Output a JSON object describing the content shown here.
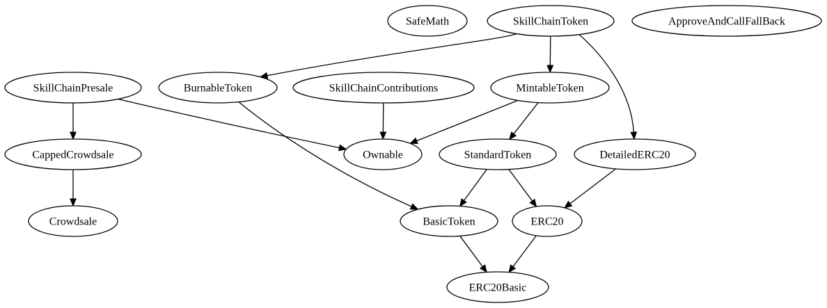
{
  "nodes": [
    {
      "id": "SafeMath",
      "label": "SafeMath"
    },
    {
      "id": "SkillChainToken",
      "label": "SkillChainToken"
    },
    {
      "id": "ApproveAndCallFallBack",
      "label": "ApproveAndCallFallBack"
    },
    {
      "id": "SkillChainPresale",
      "label": "SkillChainPresale"
    },
    {
      "id": "BurnableToken",
      "label": "BurnableToken"
    },
    {
      "id": "SkillChainContributions",
      "label": "SkillChainContributions"
    },
    {
      "id": "MintableToken",
      "label": "MintableToken"
    },
    {
      "id": "CappedCrowdsale",
      "label": "CappedCrowdsale"
    },
    {
      "id": "Ownable",
      "label": "Ownable"
    },
    {
      "id": "StandardToken",
      "label": "StandardToken"
    },
    {
      "id": "DetailedERC20",
      "label": "DetailedERC20"
    },
    {
      "id": "Crowdsale",
      "label": "Crowdsale"
    },
    {
      "id": "BasicToken",
      "label": "BasicToken"
    },
    {
      "id": "ERC20",
      "label": "ERC20"
    },
    {
      "id": "ERC20Basic",
      "label": "ERC20Basic"
    }
  ],
  "edges": [
    {
      "from": "SkillChainToken",
      "to": "BurnableToken"
    },
    {
      "from": "SkillChainToken",
      "to": "MintableToken"
    },
    {
      "from": "SkillChainToken",
      "to": "DetailedERC20"
    },
    {
      "from": "SkillChainPresale",
      "to": "CappedCrowdsale"
    },
    {
      "from": "SkillChainPresale",
      "to": "Ownable"
    },
    {
      "from": "BurnableToken",
      "to": "BasicToken"
    },
    {
      "from": "SkillChainContributions",
      "to": "Ownable"
    },
    {
      "from": "MintableToken",
      "to": "Ownable"
    },
    {
      "from": "MintableToken",
      "to": "StandardToken"
    },
    {
      "from": "CappedCrowdsale",
      "to": "Crowdsale"
    },
    {
      "from": "StandardToken",
      "to": "BasicToken"
    },
    {
      "from": "StandardToken",
      "to": "ERC20"
    },
    {
      "from": "DetailedERC20",
      "to": "ERC20"
    },
    {
      "from": "BasicToken",
      "to": "ERC20Basic"
    },
    {
      "from": "ERC20",
      "to": "ERC20Basic"
    }
  ]
}
